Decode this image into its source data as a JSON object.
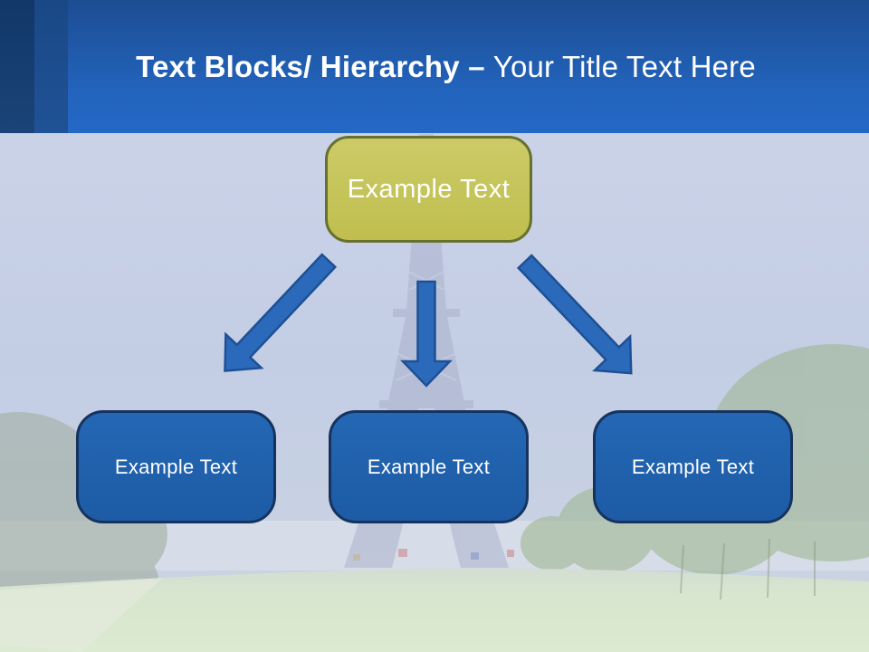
{
  "slide": {
    "header": {
      "title_bold": "Text Blocks/ Hierarchy –",
      "title_regular": "Your Title Text Here"
    },
    "diagram": {
      "root": {
        "label": "Example Text"
      },
      "children": [
        {
          "label": "Example Text"
        },
        {
          "label": "Example Text"
        },
        {
          "label": "Example Text"
        }
      ],
      "arrows": [
        "arrow-down-left",
        "arrow-down",
        "arrow-down-right"
      ]
    },
    "colors": {
      "header_blue": "#2468c6",
      "left_strip_dark": "#123768",
      "left_strip_medium": "#1f5296",
      "root_fill": "#c5c45b",
      "root_border": "#67702c",
      "child_fill": "#2062ae",
      "child_border": "#16335f",
      "arrow_fill": "#2b6abb",
      "text_color": "#ffffff"
    }
  }
}
